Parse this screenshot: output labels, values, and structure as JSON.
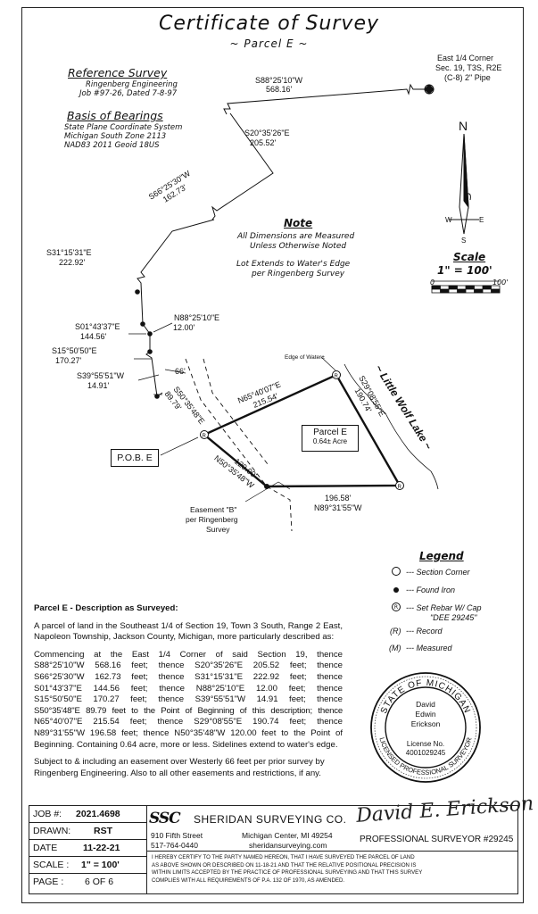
{
  "header": {
    "title": "Certificate of Survey",
    "subtitle": "~ Parcel E ~"
  },
  "east_corner": {
    "line1": "East 1/4 Corner",
    "line2": "Sec. 19, T3S, R2E",
    "line3": "(C-8) 2\" Pipe"
  },
  "reference_survey": {
    "heading": "Reference Survey",
    "line1": "Ringenberg Engineering",
    "line2": "Job #97-26, Dated 7-8-97"
  },
  "basis_of_bearings": {
    "heading": "Basis of Bearings",
    "line1": "State Plane Coordinate System",
    "line2": "Michigan South Zone 2113",
    "line3": "NAD83 2011 Geoid 18US"
  },
  "note": {
    "heading": "Note",
    "line1": "All Dimensions are Measured",
    "line2": "Unless Otherwise Noted",
    "line3": "Lot Extends to Water's Edge",
    "line4": "per Ringenberg Survey"
  },
  "scale": {
    "heading": "Scale",
    "ratio": "1\" = 100'",
    "start": "0",
    "end": "100'"
  },
  "north_arrow": {
    "n": "N",
    "w": "W",
    "e": "E",
    "s": "S"
  },
  "courses": {
    "c1_bearing": "S88°25'10\"W",
    "c1_dist": "568.16'",
    "c2_bearing": "S20°35'26\"E",
    "c2_dist": "205.52'",
    "c3_bearing": "S66°25'30\"W",
    "c3_dist": "162.73'",
    "c4_bearing": "S31°15'31\"E",
    "c4_dist": "222.92'",
    "c5_bearing": "N88°25'10\"E",
    "c5_dist": "12.00'",
    "c6_bearing": "S01°43'37\"E",
    "c6_dist": "144.56'",
    "c7_bearing": "S15°50'50\"E",
    "c7_dist": "170.27'",
    "c8_bearing": "S39°55'51\"W",
    "c8_dist": "14.91'",
    "c9_bearing": "S50°35'48\"E",
    "c9_dist": "89.79'",
    "easement_width": "66'",
    "p1_bearing": "N65°40'07\"E",
    "p1_dist": "215.54'",
    "p2_bearing": "S29°08'55\"E",
    "p2_dist": "190.74'",
    "p3_bearing": "N89°31'55\"W",
    "p3_dist": "196.58'",
    "p4_bearing": "N50°35'48\"W",
    "p4_dist": "120.00'"
  },
  "map_labels": {
    "edge_of_water": "Edge of Water±",
    "lake": "~ Little Wolf Lake ~",
    "pob": "P.O.B. E",
    "parcel_name": "Parcel E",
    "parcel_area": "0.64± Acre",
    "easement_line1": "Easement \"B\"",
    "easement_line2": "per Ringenberg",
    "easement_line3": "Survey"
  },
  "legend": {
    "heading": "Legend",
    "items": [
      "--- Section Corner",
      "--- Found Iron",
      "--- Set Rebar W/ Cap",
      "\"DEE 29245\"",
      "--- Record",
      "--- Measured"
    ],
    "r_symbol": "(R)",
    "m_symbol": "(M)",
    "rebar_symbol": "R"
  },
  "description": {
    "heading": "Parcel E - Description as Surveyed:",
    "para1": "A parcel of land in the Southeast 1/4 of Section 19, Town 3 South, Range 2 East, Napoleon Township, Jackson County, Michigan, more particularly described as:",
    "lines": [
      "Commencing at the East 1/4 Corner of said Section 19, thence",
      "S88°25'10\"W 568.16 feet; thence S20°35'26\"E 205.52 feet; thence",
      "S66°25'30\"W 162.73 feet; thence S31°15'31\"E 222.92 feet; thence",
      "S01°43'37\"E 144.56 feet; thence N88°25'10\"E 12.00 feet; thence",
      "S15°50'50\"E 170.27 feet; thence S39°55'51\"W 14.91 feet; thence",
      "S50°35'48\"E 89.79 feet to the Point of Beginning of this description; thence",
      "N65°40'07\"E 215.54 feet; thence S29°08'55\"E 190.74 feet; thence",
      "N89°31'55\"W 196.58 feet; thence N50°35'48\"W 120.00 feet to the Point of"
    ],
    "last_line": "Beginning. Containing 0.64 acre, more or less. Sidelines extend to water's edge.",
    "para3": "Subject to & including an easement over Westerly 66 feet per prior survey by Ringenberg Engineering. Also to all other easements and restrictions, if any."
  },
  "seal": {
    "top_text": "STATE OF MICHIGAN",
    "bottom_text": "LICENSED PROFESSIONAL SURVEYOR",
    "name1": "David",
    "name2": "Edwin",
    "name3": "Erickson",
    "license_label": "License No.",
    "license_no": "4001029245"
  },
  "title_block": {
    "job_label": "JOB #:",
    "job_value": "2021.4698",
    "drawn_label": "DRAWN:",
    "drawn_value": "RST",
    "date_label": "DATE",
    "date_value": "11-22-21",
    "scale_label": "SCALE :",
    "scale_value": "1\" = 100'",
    "page_label": "PAGE :",
    "page_value": "6 OF 6",
    "company_logo": "SSC",
    "company_name": "SHERIDAN SURVEYING CO.",
    "address": "910 Fifth Street",
    "city": "Michigan Center, MI 49254",
    "phone": "517-764-0440",
    "website": "sheridansurveying.com",
    "signature": "David E. Erickson",
    "surveyor_title": "PROFESSIONAL SURVEYOR #29245",
    "certification": [
      "I HEREBY CERTIFY TO THE PARTY NAMED HEREON, THAT I HAVE SURVEYED THE PARCEL OF LAND",
      "AS ABOVE SHOWN OR DESCRIBED ON 11-18-21 AND THAT THE RELATIVE POSITIONAL PRECISION IS",
      "WITHIN LIMITS ACCEPTED BY THE PRACTICE OF PROFESSIONAL SURVEYING AND THAT THIS SURVEY",
      "COMPLIES WITH ALL REQUIREMENTS OF P.A. 132 OF 1970, AS AMENDED."
    ]
  }
}
